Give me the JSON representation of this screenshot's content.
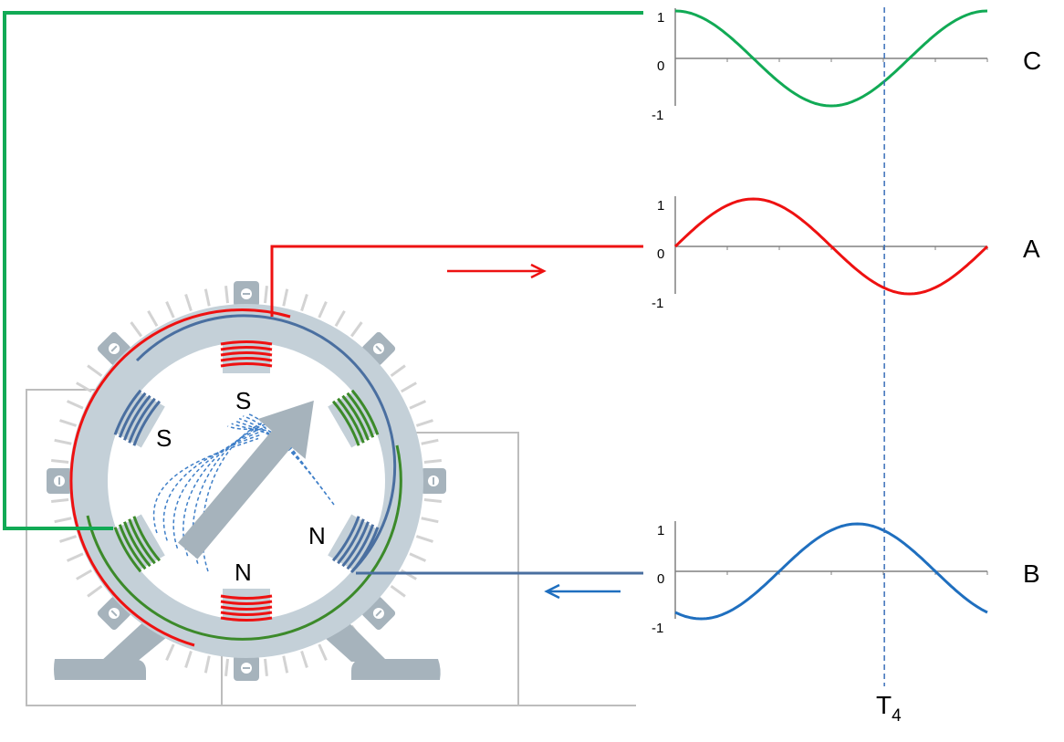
{
  "colors": {
    "phase_a": "#ee1111",
    "phase_b": "#1f6fbf",
    "phase_c": "#11aa55",
    "coil_green": "#3c8a2a",
    "coil_blue": "#4a6fa0",
    "stator": "#c4d0d8",
    "bracket": "#a6b3bc",
    "frame_line": "#bdbdbd"
  },
  "poles": {
    "top": "S",
    "upper_left": "S",
    "right": "N",
    "bottom": "N"
  },
  "marker": {
    "base": "T",
    "sub": "4",
    "phase_fraction": 0.67
  },
  "chart_data": [
    {
      "type": "line",
      "name": "C",
      "yticks": [
        "1",
        "0",
        "-1"
      ],
      "ylim": [
        -1,
        1
      ],
      "phase_start_deg": 90,
      "cycles": 1.0
    },
    {
      "type": "line",
      "name": "A",
      "yticks": [
        "1",
        "0",
        "-1"
      ],
      "ylim": [
        -1,
        1
      ],
      "phase_start_deg": 0,
      "cycles": 1.0
    },
    {
      "type": "line",
      "name": "B",
      "yticks": [
        "1",
        "0",
        "-1"
      ],
      "ylim": [
        -1,
        1
      ],
      "phase_start_deg": 240,
      "cycles": 1.0
    }
  ]
}
